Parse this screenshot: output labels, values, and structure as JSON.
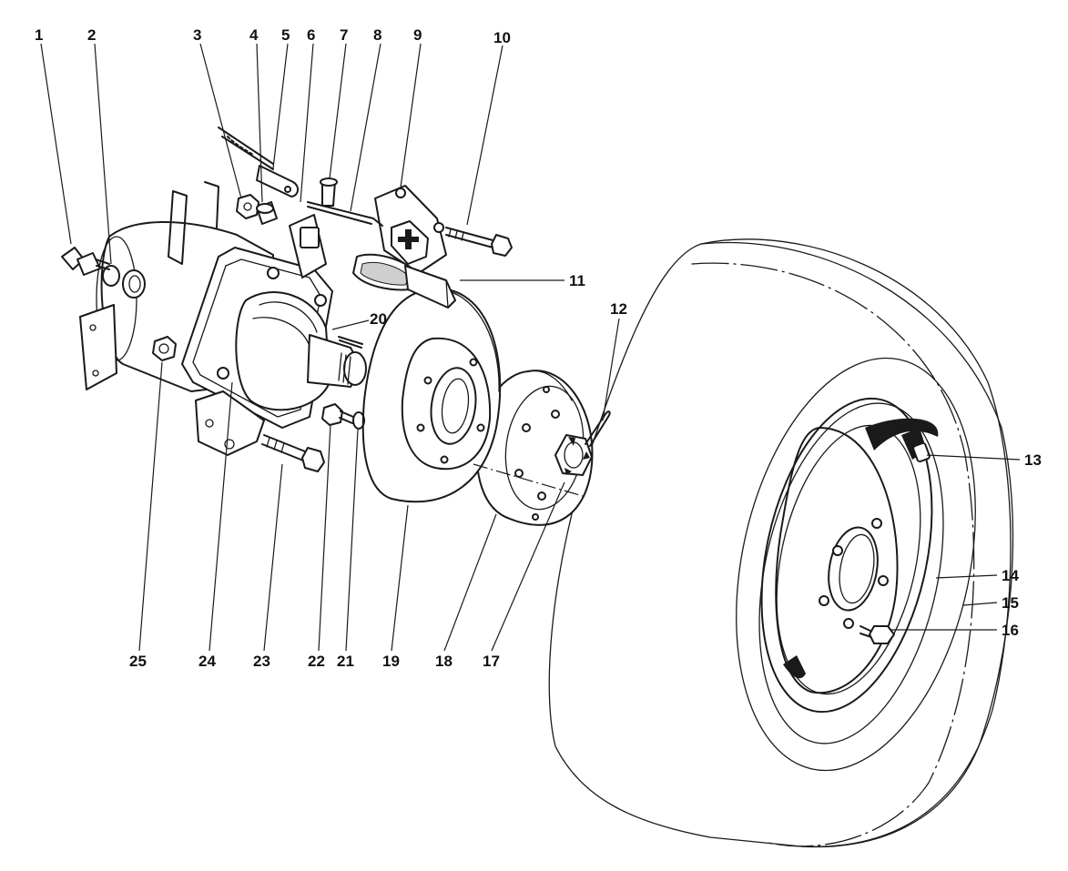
{
  "callouts": [
    {
      "label": "1"
    },
    {
      "label": "2"
    },
    {
      "label": "3"
    },
    {
      "label": "4"
    },
    {
      "label": "5"
    },
    {
      "label": "6"
    },
    {
      "label": "7"
    },
    {
      "label": "8"
    },
    {
      "label": "9"
    },
    {
      "label": "10"
    },
    {
      "label": "11"
    },
    {
      "label": "12"
    },
    {
      "label": "13"
    },
    {
      "label": "14"
    },
    {
      "label": "15"
    },
    {
      "label": "16"
    },
    {
      "label": "17"
    },
    {
      "label": "18"
    },
    {
      "label": "19"
    },
    {
      "label": "20"
    },
    {
      "label": "21"
    },
    {
      "label": "22"
    },
    {
      "label": "23"
    },
    {
      "label": "24"
    },
    {
      "label": "25"
    }
  ]
}
